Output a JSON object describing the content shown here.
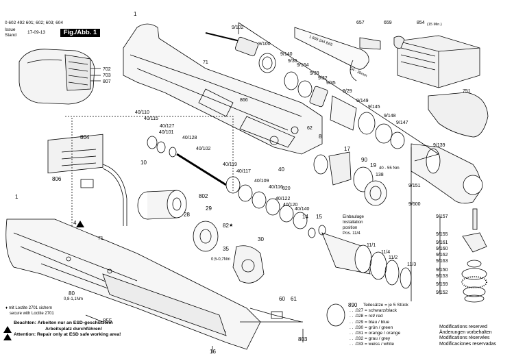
{
  "header": {
    "doc_no": "0 602 492 601; 602; 603; 604",
    "issue_label": "Issue",
    "stand_label": "Stand",
    "issue_date": "17-09-13",
    "figure": "Fig./Abb. 1"
  },
  "parts": {
    "p1a": "1",
    "p702": "702",
    "p703": "703",
    "p807": "807",
    "p71a": "71",
    "p866": "866",
    "p62": "62",
    "p9_102": "9/102",
    "p9_100": "9/100",
    "p9_140": "9/140",
    "p9_36": "9/36",
    "p9_164": "9/164",
    "p9_39": "9/39",
    "p9_32": "9/32",
    "p9_35": "9/35",
    "p9_29": "9/29",
    "p9_149": "9/149",
    "p9_145": "9/145",
    "p9_148": "9/148",
    "p9_147": "9/147",
    "p9_139": "9/139",
    "p9_151": "9/151",
    "p9_600": "9/600",
    "p9_157": "9/157",
    "p9_155": "9/155",
    "p9_161": "9/161",
    "p9_160": "9/160",
    "p9_162": "9/162",
    "p9_163": "9/163",
    "p9_150": "9/150",
    "p9_153": "9/153",
    "p9_159": "9/159",
    "p9_152": "9/152",
    "p657": "657",
    "p659": "659",
    "p854": "854",
    "p854_sub": "(15 Min.)",
    "p751": "751",
    "wrench_text": "1 609 244 B65",
    "wrench_size": "34 - 36mm",
    "p40_110": "40/110",
    "p40_115": "40/115",
    "p40_127": "40/127",
    "p40_101": "40/101",
    "p40_128": "40/128",
    "p40_102": "40/102",
    "p40_119": "40/119",
    "p40_117": "40/117",
    "p40_109": "40/109",
    "p40_116": "40/116",
    "p40": "40",
    "p820": "820",
    "p40_122": "40/122",
    "p40_120": "40/120",
    "p40_140": "40/140",
    "p8": "8",
    "p17": "17",
    "p90": "90",
    "p19": "19",
    "p138": "138",
    "p40_55": "40 - 55 Nm",
    "p804": "804",
    "p806": "806",
    "p10": "10",
    "p802": "802",
    "p29": "29",
    "p28": "28",
    "p82": "82",
    "p35": "35",
    "p30": "30",
    "p0_5": "0,5-0,7Nm",
    "p14": "14",
    "p15": "15",
    "p4": "4",
    "einbau1": "Einbaulage",
    "einbau2": "Installation",
    "einbau3": "position",
    "einbau4": "Pos. 11/4",
    "p11_1": "11/1",
    "p11_4": "11/4",
    "p11_2": "11/2",
    "p11_3": "11/3",
    "p1b": "1",
    "p71b": "71",
    "p80": "80",
    "p80_t": "0,8-1,1Nm",
    "p855": "855",
    "p60": "60",
    "p61": "61",
    "p803": "803",
    "p16": "16",
    "p890": "890"
  },
  "color_table": {
    "title": "Teilesätze = je 5 Stück",
    "rows": [
      ". . .027 = schwarz/black",
      ". . .028 = rot/ red",
      ". . .029 = blau / blue",
      ". . .030 = grün / green",
      ". . .031 = orange / orange",
      ". . .032 = grau / grey",
      ". . .033 = weiss / white"
    ]
  },
  "notes": {
    "loctite1": "♦ mit Loctite 2701 sichern",
    "loctite2": "secure with Loctite 2701",
    "esd_de_label": "Beachten:",
    "esd_de_1": "Arbeiten nur an ESD-geschütztem",
    "esd_de_2": "Arbeitsplatz durchführen!",
    "esd_en_label": "Attention:",
    "esd_en_1": "Repair only at ESD safe working area!"
  },
  "modifications": [
    "Modifications reserved",
    "Änderungen vorbehalten",
    "Modifications réservées",
    "Modificaciones reservadas"
  ]
}
